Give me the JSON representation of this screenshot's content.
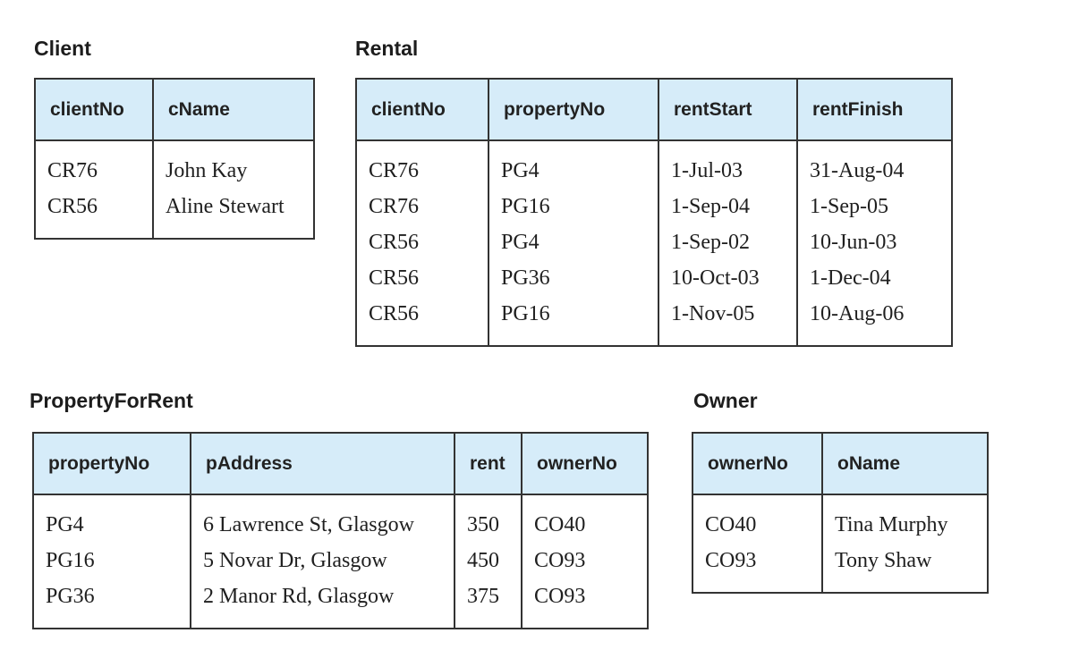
{
  "colors": {
    "header_bg": "#d6ecf9",
    "border": "#333333",
    "text": "#1f1f1f",
    "title": "#1d1d1d",
    "page_bg": "#ffffff"
  },
  "tables": [
    {
      "id": "client",
      "title": "Client",
      "columns": [
        "clientNo",
        "cName"
      ],
      "rows": [
        [
          "CR76",
          "John Kay"
        ],
        [
          "CR56",
          "Aline Stewart"
        ]
      ]
    },
    {
      "id": "rental",
      "title": "Rental",
      "columns": [
        "clientNo",
        "propertyNo",
        "rentStart",
        "rentFinish"
      ],
      "rows": [
        [
          "CR76",
          "PG4",
          "1-Jul-03",
          "31-Aug-04"
        ],
        [
          "CR76",
          "PG16",
          "1-Sep-04",
          "1-Sep-05"
        ],
        [
          "CR56",
          "PG4",
          "1-Sep-02",
          "10-Jun-03"
        ],
        [
          "CR56",
          "PG36",
          "10-Oct-03",
          "1-Dec-04"
        ],
        [
          "CR56",
          "PG16",
          "1-Nov-05",
          "10-Aug-06"
        ]
      ]
    },
    {
      "id": "propertyForRent",
      "title": "PropertyForRent",
      "columns": [
        "propertyNo",
        "pAddress",
        "rent",
        "ownerNo"
      ],
      "rows": [
        [
          "PG4",
          "6 Lawrence St, Glasgow",
          "350",
          "CO40"
        ],
        [
          "PG16",
          "5 Novar Dr, Glasgow",
          "450",
          "CO93"
        ],
        [
          "PG36",
          "2 Manor Rd, Glasgow",
          "375",
          "CO93"
        ]
      ]
    },
    {
      "id": "owner",
      "title": "Owner",
      "columns": [
        "ownerNo",
        "oName"
      ],
      "rows": [
        [
          "CO40",
          "Tina Murphy"
        ],
        [
          "CO93",
          "Tony Shaw"
        ]
      ]
    }
  ]
}
